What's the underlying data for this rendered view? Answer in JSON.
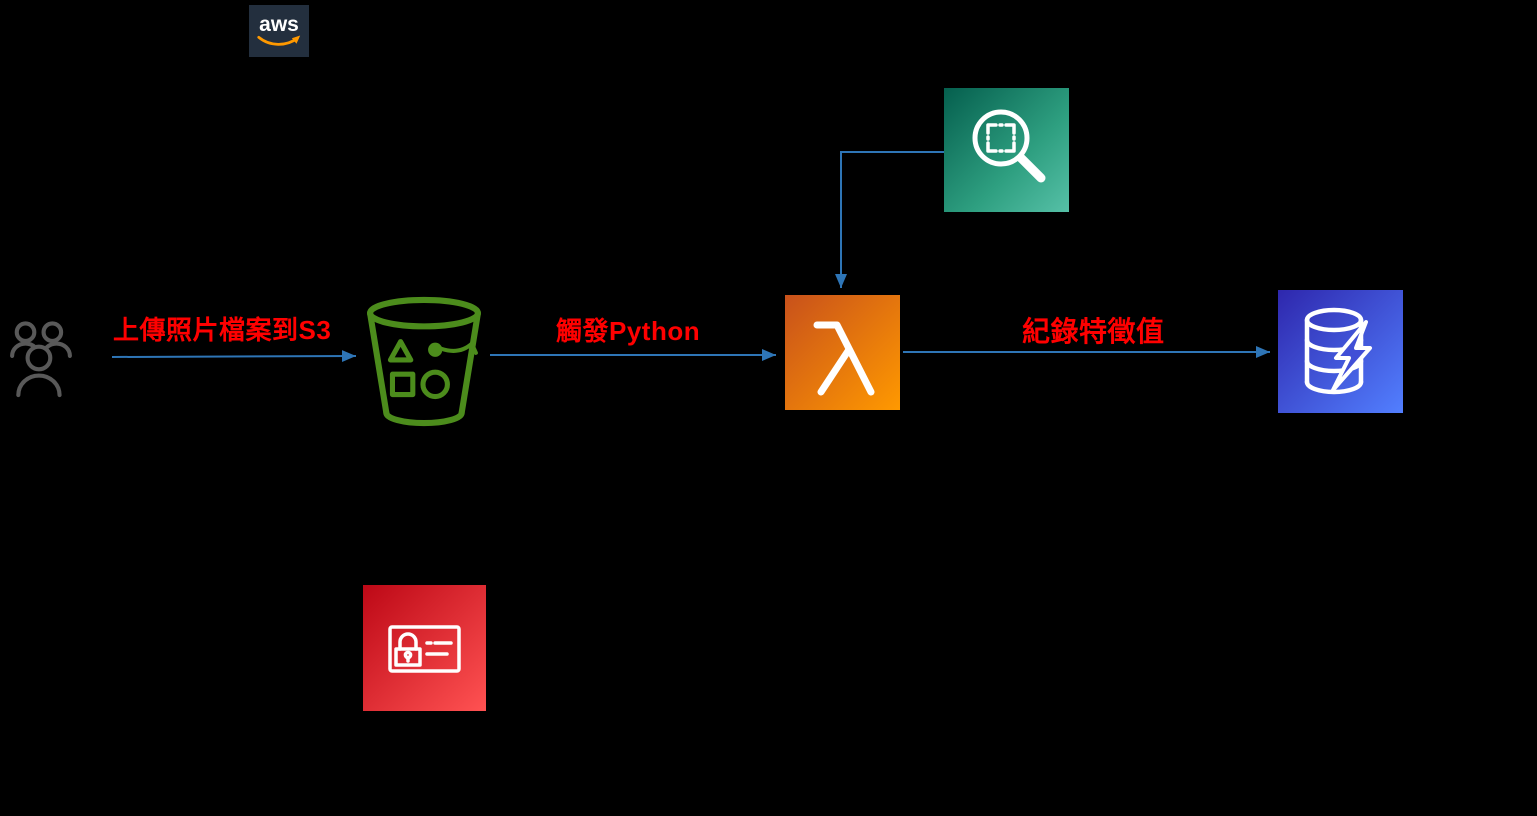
{
  "logo": {
    "text": "aws"
  },
  "labels": {
    "upload": "上傳照片檔案到S3",
    "trigger": "觸發Python",
    "record": "紀錄特徵值"
  },
  "icons": {
    "users": "users-group-icon",
    "s3": "s3-bucket-icon",
    "lambda": "lambda-icon",
    "rekognition": "rekognition-magnifier-icon",
    "dynamodb": "dynamodb-database-icon",
    "iam": "iam-identity-card-lock-icon",
    "aws_smile": "aws-smile-arrow-icon"
  },
  "colors": {
    "background": "#000000",
    "connector_blue": "#2e75b6",
    "label_red": "#ff0000",
    "s3_green": "#4c8c1c",
    "lambda_orange_start": "#c8511b",
    "lambda_orange_end": "#ff9900",
    "rekognition_teal_start": "#055f4e",
    "rekognition_teal_end": "#56c0a7",
    "dynamodb_blue_start": "#2e27ad",
    "dynamodb_blue_end": "#527fff",
    "iam_red_start": "#bd0816",
    "iam_red_end": "#ff5252",
    "aws_navy": "#232f3e",
    "aws_orange": "#ff9900",
    "users_gray": "#595959"
  }
}
